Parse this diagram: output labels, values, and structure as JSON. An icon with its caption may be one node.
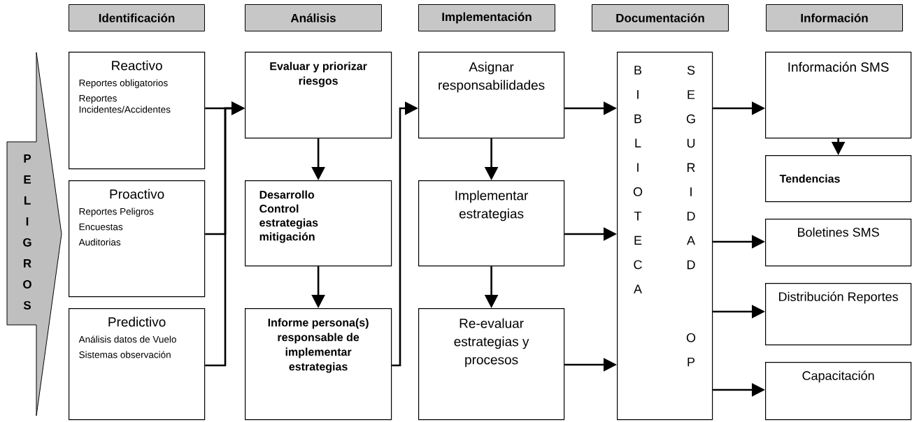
{
  "diagram": {
    "nodes": [
      {
        "text": [
          "Identificación"
        ]
      },
      {
        "text": [
          "Análisis"
        ]
      },
      {
        "text": [
          "Implementación"
        ]
      },
      {
        "text": [
          "Documentación"
        ]
      },
      {
        "text": [
          "Información"
        ]
      },
      {
        "text": [
          "PELIGROS"
        ]
      },
      {
        "text": [
          "Reactivo",
          "Reportes obligatorios",
          "Reportes Incidentes/Accidentes"
        ]
      },
      {
        "text": [
          "Proactivo",
          "Reportes Peligros",
          "Encuestas",
          "Auditorias"
        ]
      },
      {
        "text": [
          "Predictivo",
          "Análisis datos de Vuelo",
          "Sistemas observación"
        ]
      },
      {
        "text": [
          "Evaluar y priorizar riesgos"
        ]
      },
      {
        "text": [
          "Desarrollo Control estrategias mitigación"
        ]
      },
      {
        "text": [
          "Informe persona(s) responsable de implementar estrategias"
        ]
      },
      {
        "text": [
          "Asignar responsabilidades"
        ]
      },
      {
        "text": [
          "Implementar estrategias"
        ]
      },
      {
        "text": [
          "Re-evaluar estrategias y procesos"
        ]
      },
      {
        "text": [
          "BIBLIOTECA",
          "SEGURIDAD OP"
        ]
      },
      {
        "text": [
          "Información SMS"
        ]
      },
      {
        "text": [
          "Tendencias"
        ]
      },
      {
        "text": [
          "Boletines SMS"
        ]
      },
      {
        "text": [
          "Distribución Reportes"
        ]
      },
      {
        "text": [
          "Capacitación"
        ]
      }
    ],
    "edges": [
      {
        "from": 6,
        "to": 9,
        "arrow": "to"
      },
      {
        "from": 7,
        "to": 9,
        "arrow": "to"
      },
      {
        "from": 8,
        "to": 9,
        "arrow": "to"
      },
      {
        "from": 9,
        "to": 10,
        "arrow": "to"
      },
      {
        "from": 10,
        "to": 11,
        "arrow": "to"
      },
      {
        "from": 11,
        "to": 12,
        "arrow": "to"
      },
      {
        "from": 12,
        "to": 13,
        "arrow": "to"
      },
      {
        "from": 13,
        "to": 14,
        "arrow": "to"
      },
      {
        "from": 12,
        "to": 15,
        "arrow": "to"
      },
      {
        "from": 13,
        "to": 15,
        "arrow": "to"
      },
      {
        "from": 14,
        "to": 15,
        "arrow": "to"
      },
      {
        "from": 15,
        "to": 16,
        "arrow": "to"
      },
      {
        "from": 15,
        "to": 18,
        "arrow": "to"
      },
      {
        "from": 15,
        "to": 19,
        "arrow": "to"
      },
      {
        "from": 15,
        "to": 20,
        "arrow": "to"
      },
      {
        "from": 16,
        "to": 17,
        "arrow": "to"
      }
    ]
  }
}
